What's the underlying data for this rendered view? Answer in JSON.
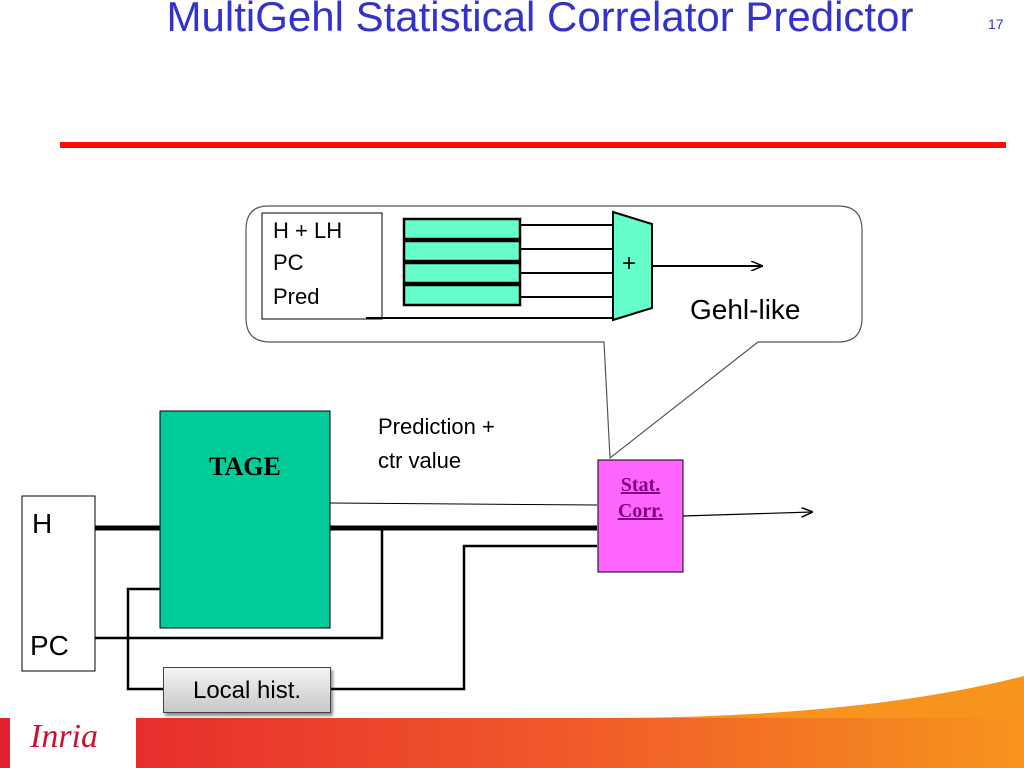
{
  "slide": {
    "title": "MultiGehl Statistical Correlator Predictor",
    "number": "17"
  },
  "gehl_box": {
    "inputs": [
      "H + LH",
      "PC",
      "Pred"
    ],
    "adder": "+",
    "label": "Gehl-like"
  },
  "tage": {
    "label": "TAGE"
  },
  "inputs_box": {
    "h": "H",
    "pc": "PC"
  },
  "stat_corr": {
    "line1": "Stat.",
    "line2": "Corr."
  },
  "prediction_label": {
    "line1": "Prediction +",
    "line2": "ctr value"
  },
  "local_hist": {
    "label": "Local hist."
  },
  "footer": {
    "logo": "Inria"
  },
  "colors": {
    "title": "#3333cc",
    "rule": "#ff0a0a",
    "tage_fill": "#00cc99",
    "table_fill": "#66ffcc",
    "stat_fill": "#ff66ff",
    "stat_text": "#800080",
    "footer_red": "#e4202e",
    "footer_orange": "#f7941d"
  }
}
